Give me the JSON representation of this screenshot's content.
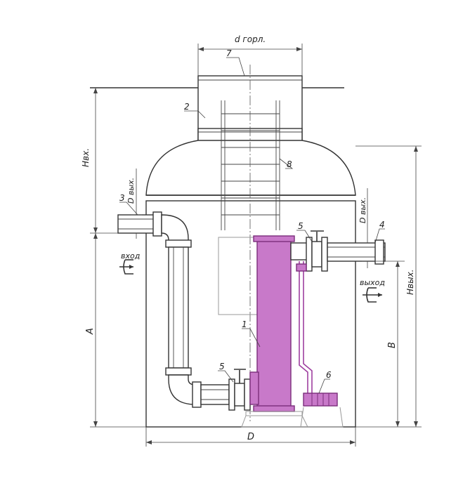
{
  "labels": {
    "d_gorl": "d горл.",
    "h_vh": "Нвх.",
    "h_vyh": "Нвых.",
    "d_vyh_left": "D вых.",
    "d_vyh_right": "D вых.",
    "vhod": "вход",
    "vyhod": "выход",
    "dim_a": "A",
    "dim_b": "B",
    "dim_d": "D"
  },
  "callouts": {
    "c1": "1",
    "c2": "2",
    "c3": "3",
    "c4": "4",
    "c5a": "5",
    "c5b": "5",
    "c6": "6",
    "c7": "7",
    "c8": "8"
  },
  "colors": {
    "accent_purple": "#c879c9",
    "line": "#333333"
  }
}
